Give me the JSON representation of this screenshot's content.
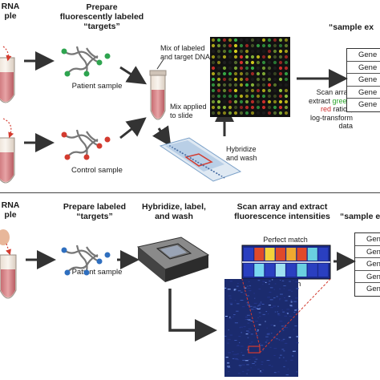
{
  "top": {
    "rna_header": "RNA",
    "rna_header_2": "ple",
    "prepare_header": "Prepare\nfluorescently labeled\n“targets”",
    "patient_label": "Patient sample",
    "control_label": "Control sample",
    "mix_label": "Mix of labeled\nand target DNA",
    "mix_applied_label": "Mix applied\nto slide",
    "hybridize_label": "Hybridize\nand wash",
    "scan_label_1": "Scan array,",
    "scan_label_2": "extract ",
    "scan_label_green": "green",
    "scan_label_colon": ":",
    "scan_label_red": "red",
    "scan_label_3": " ratios,",
    "scan_label_4": "log-transform",
    "scan_label_5": "data",
    "sample_header": "“sample ex",
    "genes": [
      "Gene",
      "Gene",
      "Gene",
      "Gene",
      "Gene"
    ]
  },
  "bottom": {
    "rna_header": "RNA",
    "rna_header_2": "ple",
    "prepare_header": "Prepare labeled\n“targets”",
    "patient_label": "Patient sample",
    "hybridize_header": "Hybridize, label,\nand wash",
    "scan_header": "Scan array and extract\nfluorescence intensities",
    "perfect_match": "Perfect match",
    "mismatch": "Mismatch",
    "sample_header": "“sample ex",
    "genes": [
      "Gene",
      "Gene",
      "Gene",
      "Gene",
      "Gene"
    ]
  },
  "colors": {
    "tube": "#f0e6dc",
    "liquid": "#d8898c",
    "array_bg": "#111111",
    "green_spot": "#39b54a",
    "red_spot": "#e0322d",
    "yellow_spot": "#d9d21c",
    "dna_blue": "#2f6fbf",
    "dna_green": "#2ea44f",
    "dna_red": "#d33b2f",
    "arrow": "#333333",
    "chip_blue": "#5b7fb8"
  }
}
